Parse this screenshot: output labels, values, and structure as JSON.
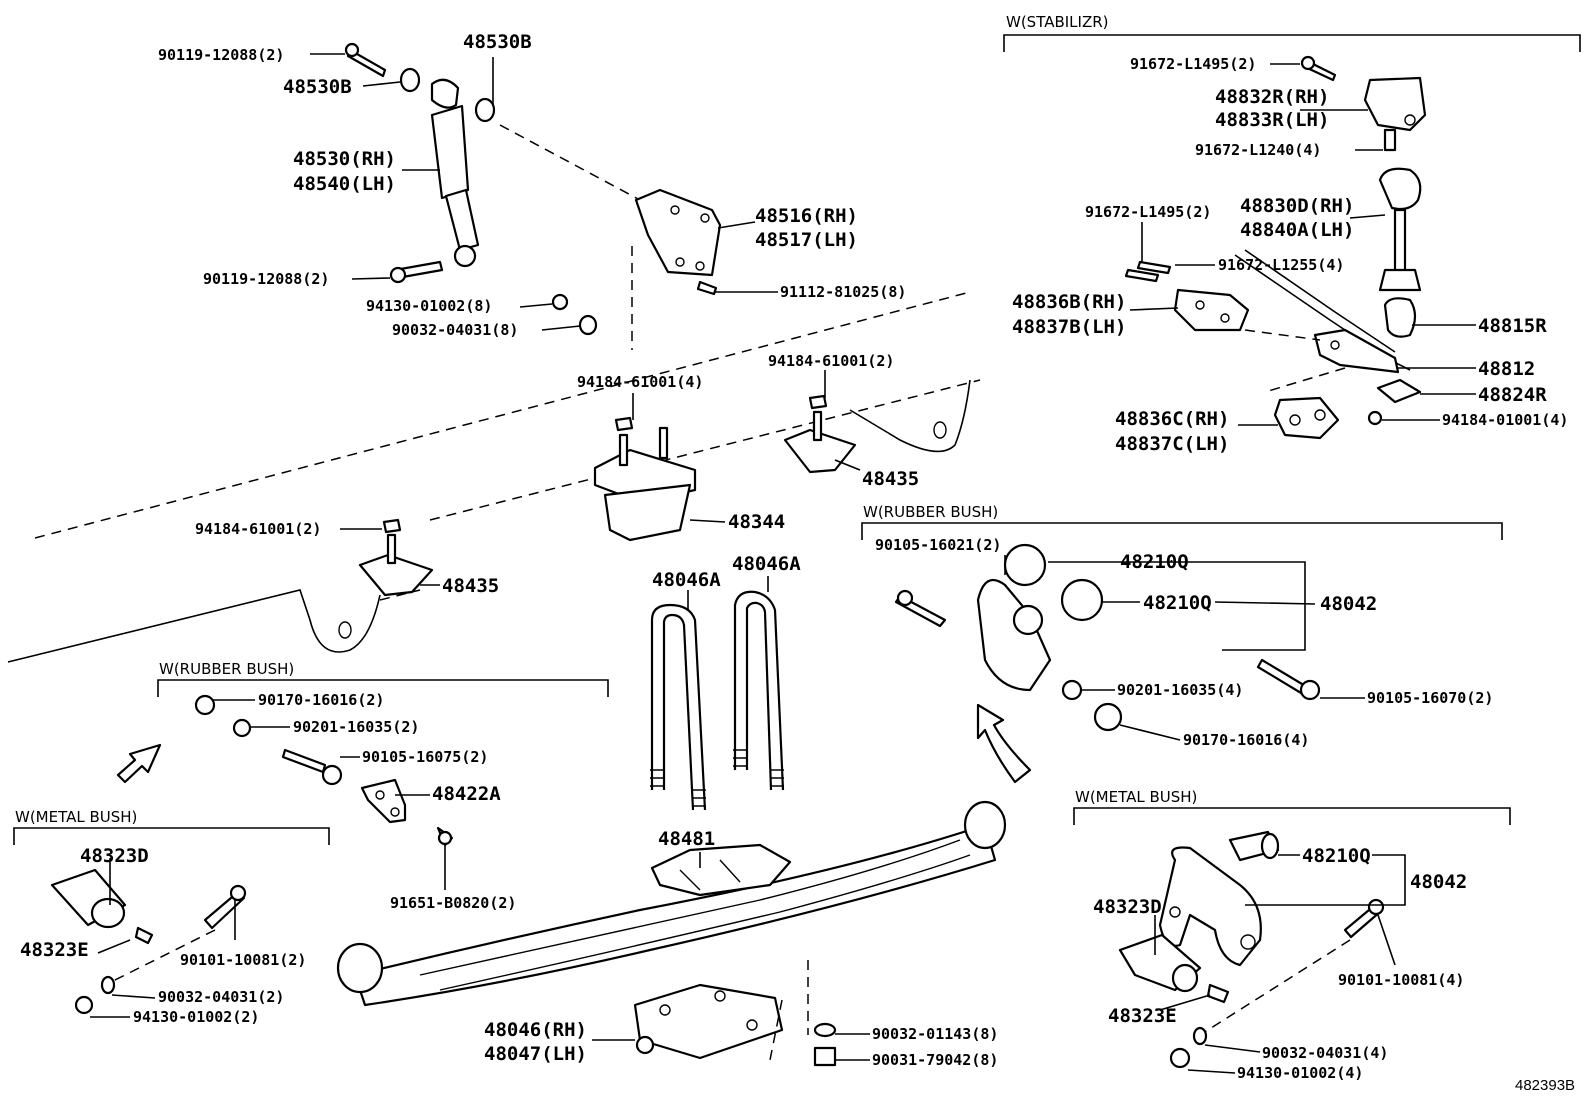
{
  "diagram_code": "482393B",
  "groups": {
    "stabilizer": "W(STABILIZR)",
    "rubber_bush_right": "W(RUBBER BUSH)",
    "rubber_bush_left": "W(RUBBER BUSH)",
    "metal_bush_left": "W(METAL BUSH)",
    "metal_bush_right": "W(METAL BUSH)"
  },
  "labels": {
    "l01": "90119-12088(2)",
    "l02": "48530B",
    "l03": "48530B",
    "l04": "48530(RH)",
    "l05": "48540(LH)",
    "l06": "48516(RH)",
    "l07": "48517(LH)",
    "l08": "90119-12088(2)",
    "l09": "91112-81025(8)",
    "l10": "94130-01002(8)",
    "l11": "90032-04031(8)",
    "l12": "94184-61001(4)",
    "l13": "94184-61001(2)",
    "l14": "48435",
    "l15": "48344",
    "l16": "94184-61001(2)",
    "l17": "48435",
    "l18": "48046A",
    "l19": "48046A",
    "l20": "90170-16016(2)",
    "l21": "90201-16035(2)",
    "l22": "90105-16075(2)",
    "l23": "48422A",
    "l24": "91651-B0820(2)",
    "l25": "48481",
    "l26": "48323D",
    "l27": "48323E",
    "l28": "90101-10081(2)",
    "l29": "90032-04031(2)",
    "l30": "94130-01002(2)",
    "l31": "48046(RH)",
    "l32": "48047(LH)",
    "l33": "90032-01143(8)",
    "l34": "90031-79042(8)",
    "l35": "91672-L1495(2)",
    "l36": "48832R(RH)",
    "l37": "48833R(LH)",
    "l38": "91672-L1240(4)",
    "l39": "91672-L1495(2)",
    "l40": "48830D(RH)",
    "l41": "48840A(LH)",
    "l42": "91672-L1255(4)",
    "l43": "48836B(RH)",
    "l44": "48837B(LH)",
    "l45": "48815R",
    "l46": "48812",
    "l47": "48824R",
    "l48": "48836C(RH)",
    "l49": "48837C(LH)",
    "l50": "94184-01001(4)",
    "l51": "90105-16021(2)",
    "l52": "48210Q",
    "l53": "48210Q",
    "l54": "48042",
    "l55": "90201-16035(4)",
    "l56": "90105-16070(2)",
    "l57": "90170-16016(4)",
    "l58": "48210Q",
    "l59": "48042",
    "l60": "48323D",
    "l61": "90101-10081(4)",
    "l62": "48323E",
    "l63": "90032-04031(4)",
    "l64": "94130-01002(4)"
  }
}
